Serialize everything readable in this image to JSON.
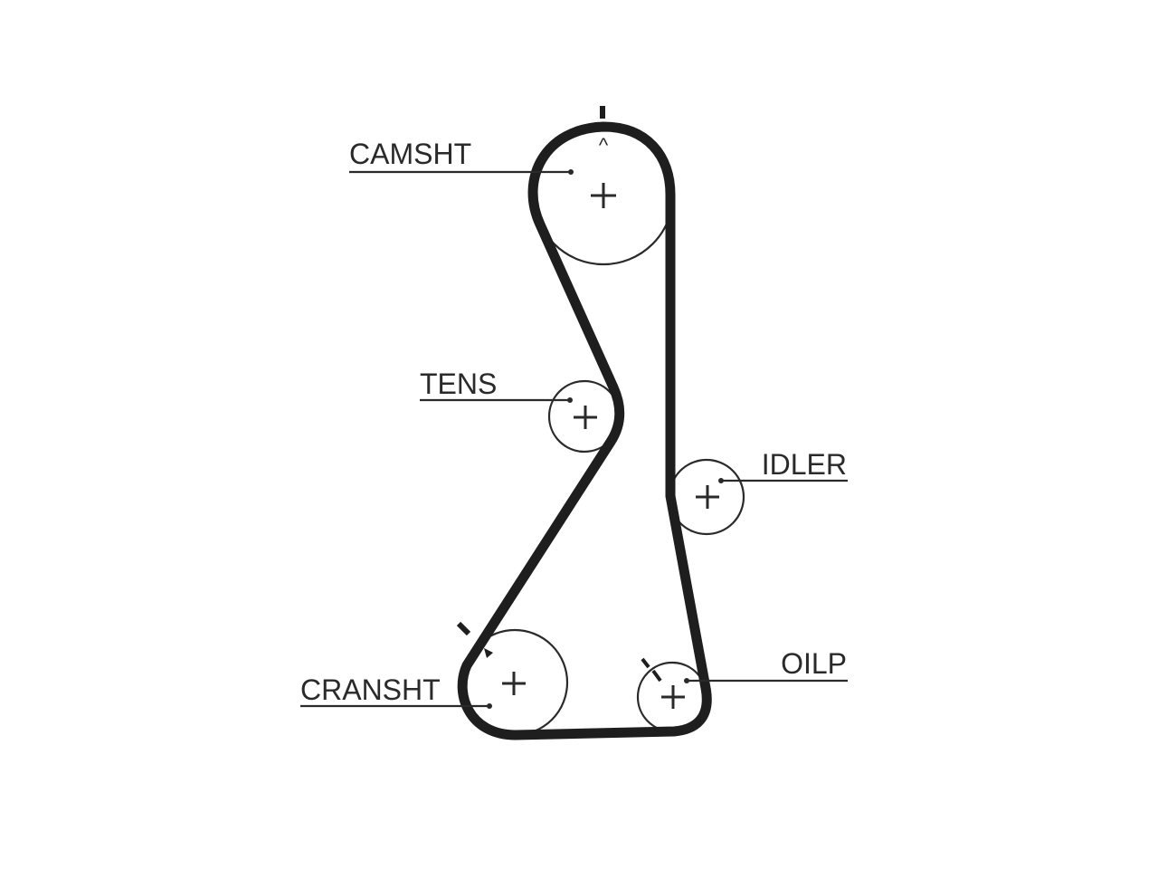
{
  "diagram": {
    "labels": {
      "camshaft": "CAMSHT",
      "tensioner": "TENS",
      "idler": "IDLER",
      "crankshaft": "CRANSHT",
      "oil_pump": "OILP"
    },
    "camshaft_timing_symbol": "^",
    "colors": {
      "line": "#2a2a2a",
      "belt": "#1e1e1e",
      "background": "#ffffff"
    }
  }
}
